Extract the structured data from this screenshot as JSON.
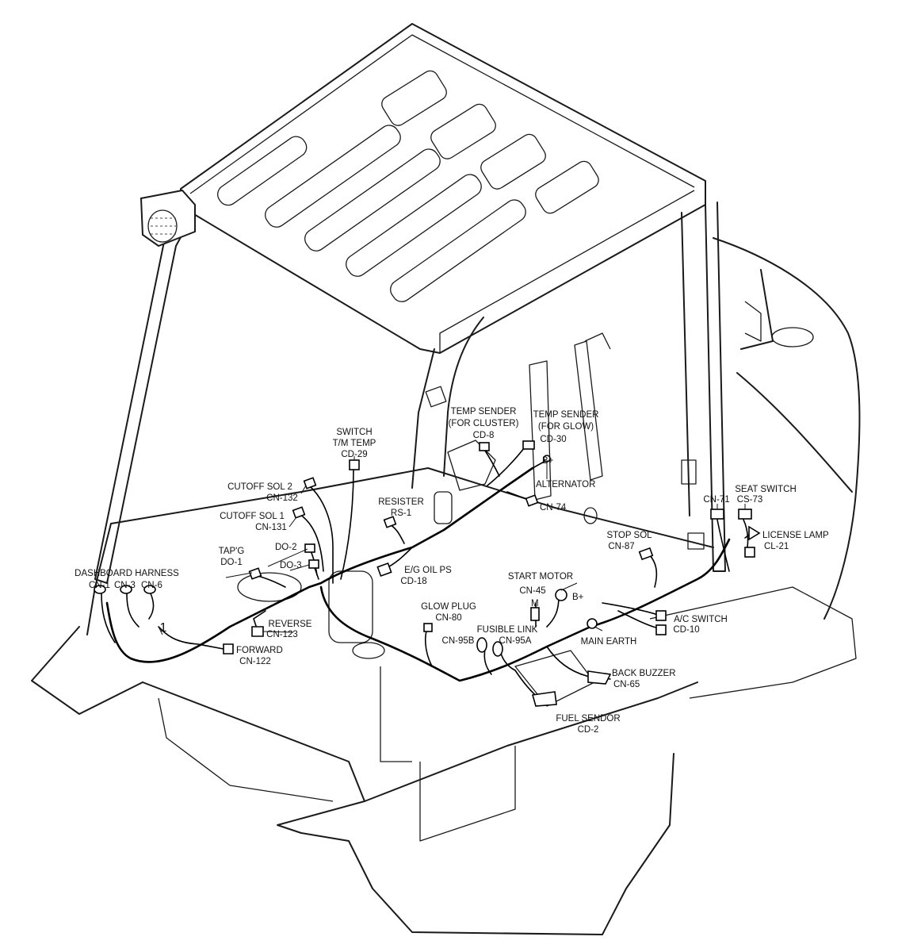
{
  "labels": {
    "switch_tm_temp": {
      "line1": "SWITCH",
      "line2": "T/M TEMP",
      "code": "CD-29"
    },
    "temp_sender_cluster": {
      "line1": "TEMP SENDER",
      "line2": "(FOR CLUSTER)",
      "code": "CD-8"
    },
    "temp_sender_glow": {
      "line1": "TEMP SENDER",
      "line2": "(FOR GLOW)",
      "code": "CD-30"
    },
    "b_plus_alt": "B+",
    "alternator": "ALTERNATOR",
    "cutoff_sol_2": {
      "name": "CUTOFF SOL 2",
      "code": "CN-132"
    },
    "cutoff_sol_1": {
      "name": "CUTOFF SOL 1",
      "code": "CN-131"
    },
    "resister": {
      "name": "RESISTER",
      "code": "RS-1"
    },
    "cn74": "CN-74",
    "cn71": "CN-71",
    "seat_switch": {
      "name": "SEAT SWITCH",
      "code": "CS-73"
    },
    "license_lamp": {
      "name": "LICENSE LAMP",
      "code": "CL-21"
    },
    "tapg": {
      "name": "TAP'G",
      "code": "DO-1"
    },
    "do2": "DO-2",
    "do3": "DO-3",
    "stop_sol": {
      "name": "STOP SOL",
      "code": "CN-87"
    },
    "dashboard_harness": "DASHBOARD HARNESS",
    "cn1": "CN-1",
    "cn3": "CN-3",
    "cn6": "CN-6",
    "eg_oil_ps": {
      "name": "E/G OIL PS",
      "code": "CD-18"
    },
    "start_motor": {
      "name": "START MOTOR",
      "code": "CN-45"
    },
    "b_plus_sm": "B+",
    "m_terminal": "M",
    "glow_plug": {
      "name": "GLOW PLUG",
      "code": "CN-80"
    },
    "reverse": {
      "name": "REVERSE",
      "code": "CN-123"
    },
    "item_number": "1",
    "ac_switch": {
      "name": "A/C SWITCH",
      "code": "CD-10"
    },
    "fusible_link": {
      "name": "FUSIBLE LINK",
      "code_a": "CN-95B",
      "code_b": "CN-95A"
    },
    "main_earth": "MAIN EARTH",
    "forward": {
      "name": "FORWARD",
      "code": "CN-122"
    },
    "back_buzzer": {
      "name": "BACK BUZZER",
      "code": "CN-65"
    },
    "fuel_sendor": {
      "name": "FUEL SENDOR",
      "code": "CD-2"
    }
  },
  "colors": {
    "ink": "#111111",
    "paper": "#ffffff"
  }
}
